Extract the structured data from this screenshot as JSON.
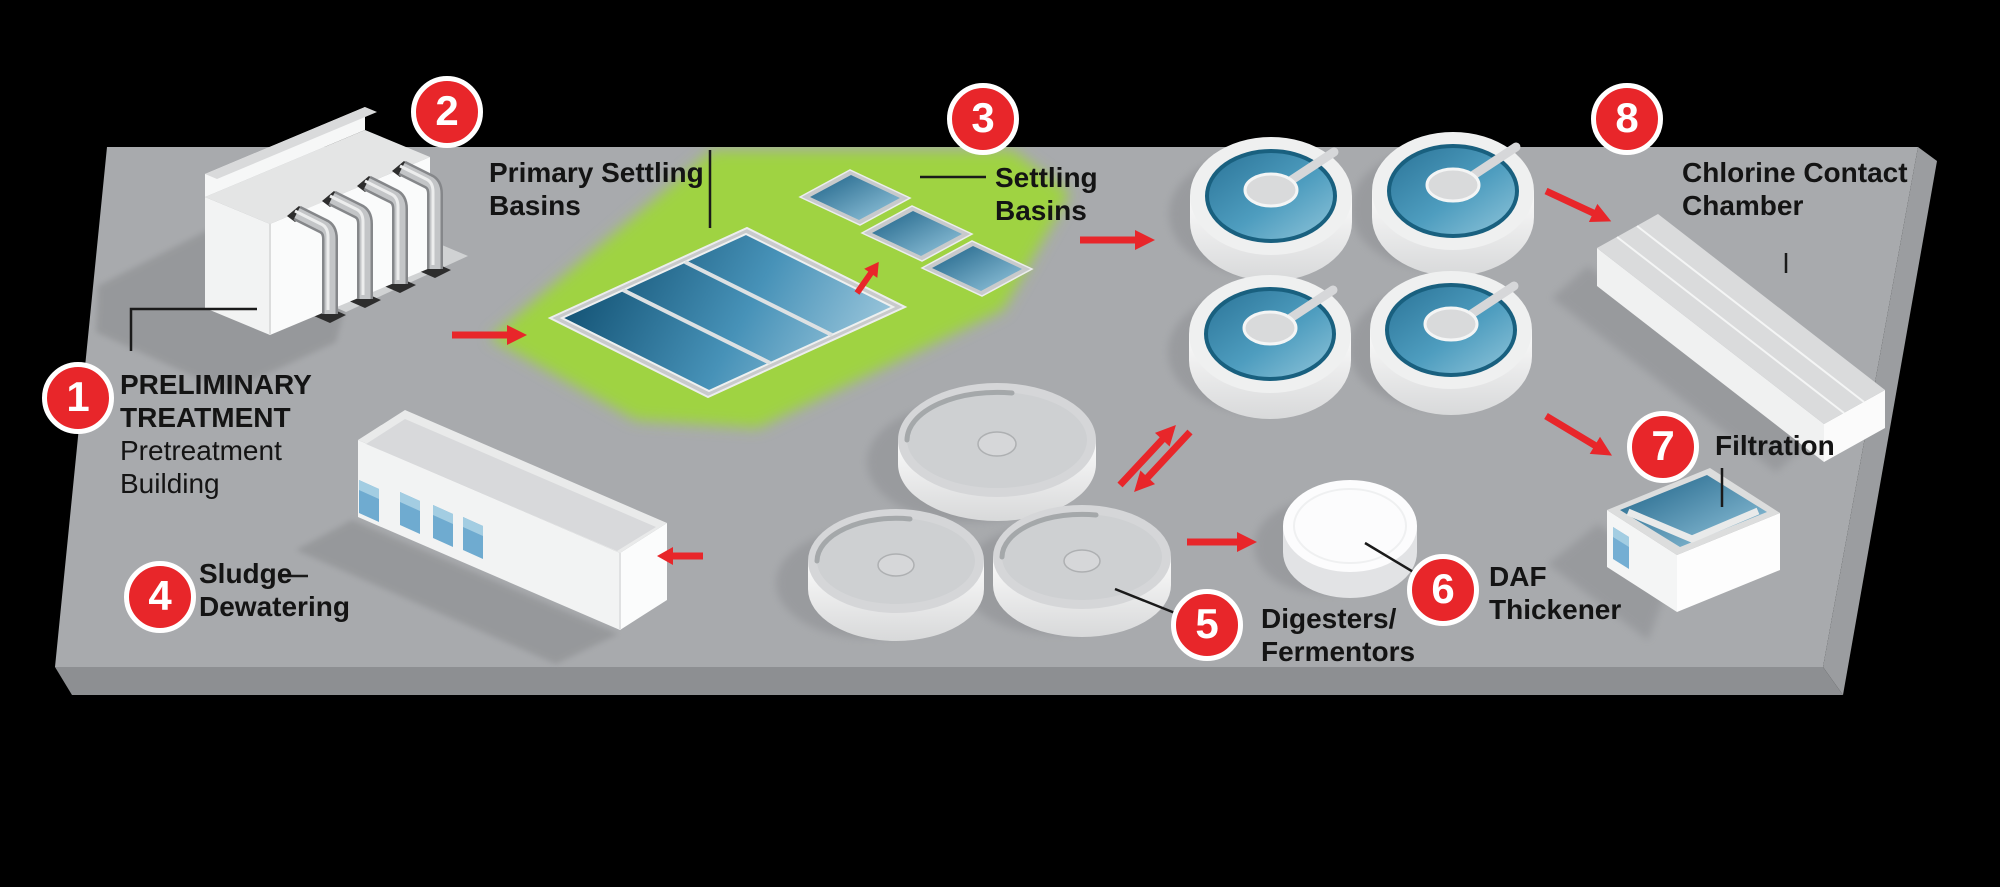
{
  "callouts": [
    {
      "number": "1",
      "lines": [
        "PRELIMINARY",
        "TREATMENT"
      ],
      "sublines": [
        "Pretreatment",
        "Building"
      ]
    },
    {
      "number": "2",
      "lines": [
        "Primary Settling",
        "Basins"
      ]
    },
    {
      "number": "3",
      "lines": [
        "Settling",
        "Basins"
      ]
    },
    {
      "number": "4",
      "lines": [
        "Sludge",
        "Dewatering"
      ]
    },
    {
      "number": "5",
      "lines": [
        "Digesters/",
        "Fermentors"
      ]
    },
    {
      "number": "6",
      "lines": [
        "DAF",
        "Thickener"
      ]
    },
    {
      "number": "7",
      "lines": [
        "Filtration"
      ]
    },
    {
      "number": "8",
      "lines": [
        "Chlorine Contact",
        "Chamber"
      ]
    }
  ],
  "colors": {
    "background": "#000000",
    "platform_top": "#a8aaad",
    "platform_front": "#8d8f92",
    "platform_side": "#9b9da0",
    "accent_red": "#e8262a",
    "green_pad": "#9fd343",
    "water_dark": "#155577",
    "water_light": "#abd0e2",
    "text": "#141414",
    "structure_white": "#f4f5f5"
  }
}
